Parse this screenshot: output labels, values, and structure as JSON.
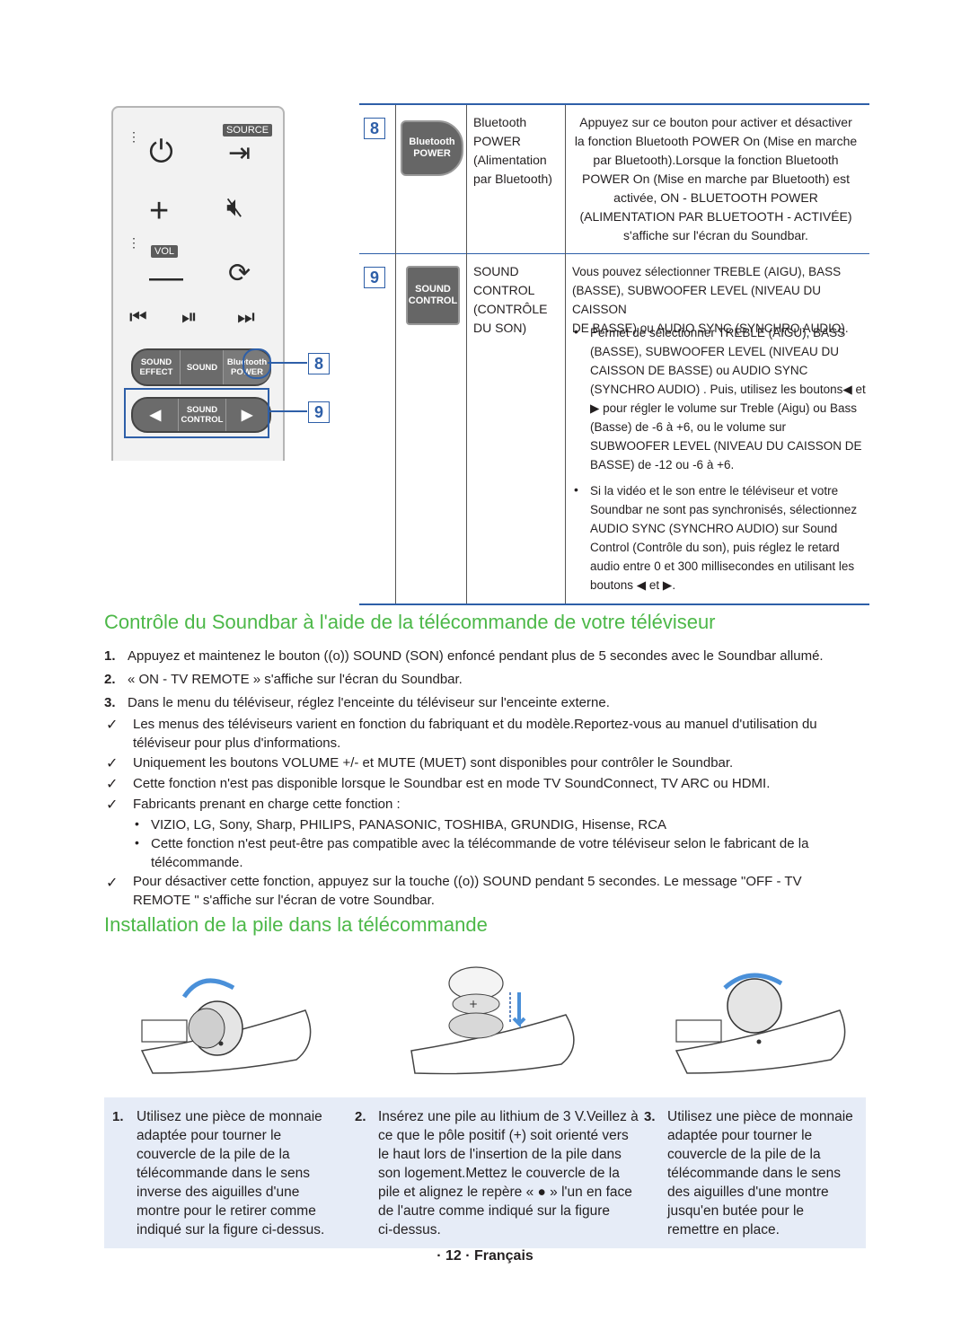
{
  "remote": {
    "source_label": "SOURCE",
    "vol_label": "VOL",
    "sound_effect": "SOUND EFFECT",
    "sound": "SOUND",
    "bluetooth_power": "Bluetooth POWER",
    "sound_control": "SOUND CONTROL",
    "callout_8": "8",
    "callout_9": "9"
  },
  "table": {
    "rows": [
      {
        "num": "8",
        "button_label": "Bluetooth POWER",
        "name_lines": [
          "Bluetooth",
          "POWER",
          "(Alimentation",
          "par Bluetooth)"
        ],
        "desc_lines": [
          "Appuyez sur ce bouton pour activer et désactiver",
          "la fonction Bluetooth POWER On (Mise en marche",
          "par Bluetooth).Lorsque la fonction Bluetooth",
          "POWER On (Mise en marche par Bluetooth) est",
          "activée, ON - BLUETOOTH POWER",
          "(ALIMENTATION PAR BLUETOOTH - ACTIVÉE)",
          "s'affiche sur l'écran du Soundbar."
        ]
      },
      {
        "num": "9",
        "button_label": "SOUND CONTROL",
        "name_lines": [
          "SOUND",
          "CONTROL",
          "(CONTRÔLE",
          "DU SON)"
        ],
        "intro_lines": [
          "Vous pouvez sélectionner TREBLE (AIGU), BASS",
          "(BASSE), SUBWOOFER LEVEL (NIVEAU DU CAISSON",
          "DE BASSE) ou AUDIO SYNC (SYNCHRO AUDIO)."
        ],
        "bullet1_lines": [
          "Permet de sélectionner TREBLE (AIGU), BASS",
          "(BASSE), SUBWOOFER LEVEL (NIVEAU DU",
          "CAISSON DE BASSE) ou AUDIO SYNC",
          "(SYNCHRO AUDIO) . Puis, utilisez les boutons◀ et",
          "▶ pour régler le volume sur Treble (Aigu) ou Bass",
          "(Basse) de -6 à +6, ou le volume sur",
          "SUBWOOFER LEVEL (NIVEAU DU CAISSON DE",
          "BASSE) de -12 ou -6 à +6."
        ],
        "bullet2_lines": [
          "Si la vidéo et le son entre le téléviseur et votre",
          "Soundbar ne sont pas synchronisés, sélectionnez",
          "AUDIO SYNC (SYNCHRO AUDIO) sur Sound",
          "Control (Contrôle du son), puis réglez le retard",
          "audio entre 0 et 300 millisecondes en utilisant les",
          "boutons ◀ et ▶."
        ]
      }
    ]
  },
  "section1": {
    "title": "Contrôle du Soundbar à l'aide de la télécommande de votre téléviseur",
    "steps": [
      {
        "num": "1.",
        "text": "Appuyez et maintenez le bouton ((o)) SOUND (SON) enfoncé pendant plus de 5 secondes avec le Soundbar allumé."
      },
      {
        "num": "2.",
        "text": "« ON - TV REMOTE » s'affiche sur l'écran du Soundbar."
      },
      {
        "num": "3.",
        "text": "Dans le menu du téléviseur, réglez l'enceinte du téléviseur sur l'enceinte externe."
      }
    ],
    "notes": [
      {
        "lines": [
          "Les menus des téléviseurs varient en fonction du fabriquant et du modèle.Reportez-vous au manuel d'utilisation du",
          "téléviseur pour plus d'informations."
        ]
      },
      {
        "lines": [
          "Uniquement les boutons VOLUME +/- et MUTE (MUET) sont disponibles pour contrôler le Soundbar."
        ]
      },
      {
        "lines": [
          "Cette fonction n'est pas disponible lorsque le Soundbar est en mode TV SoundConnect, TV ARC ou HDMI."
        ]
      },
      {
        "lines": [
          "Fabricants prenant en charge cette fonction :"
        ]
      }
    ],
    "bullets": [
      {
        "lines": [
          "VIZIO, LG, Sony, Sharp, PHILIPS, PANASONIC, TOSHIBA, GRUNDIG, Hisense, RCA"
        ]
      },
      {
        "lines": [
          "Cette fonction n'est peut-être pas compatible avec la télécommande de votre téléviseur selon le fabricant de la",
          "télécommande."
        ]
      }
    ],
    "last_note": [
      "Pour désactiver cette fonction, appuyez sur la touche ((o)) SOUND pendant 5 secondes. Le message \"OFF - TV",
      "REMOTE \" s'affiche sur l'écran de votre Soundbar."
    ]
  },
  "section2": {
    "title": "Installation de la pile dans la télécommande",
    "steps": [
      {
        "num": "1.",
        "lines": [
          "Utilisez une pièce de monnaie",
          "adaptée pour tourner le",
          "couvercle de la pile de la",
          "télécommande dans le sens",
          "inverse des aiguilles d'une",
          "montre pour le retirer comme",
          "indiqué sur la figure ci-dessus."
        ]
      },
      {
        "num": "2.",
        "lines": [
          "Insérez une pile au lithium de 3 V.Veillez à",
          "ce que le pôle positif (+) soit orienté vers",
          "le haut lors de l'insertion de la pile dans",
          "son logement.Mettez le couvercle de la",
          "pile et alignez le repère « ● » l'un en face",
          "de l'autre comme indiqué sur la figure",
          "ci-dessus."
        ]
      },
      {
        "num": "3.",
        "lines": [
          "Utilisez une pièce de monnaie",
          "adaptée pour tourner le",
          "couvercle de la pile de la",
          "télécommande dans le sens",
          "des aiguilles d'une montre",
          "jusqu'en butée pour le",
          "remettre en place."
        ]
      }
    ]
  },
  "footer": "· 12 · Français",
  "colors": {
    "accent_blue": "#2e5fa8",
    "heading_green": "#4cb848",
    "step_bg": "#e6ecf7"
  }
}
